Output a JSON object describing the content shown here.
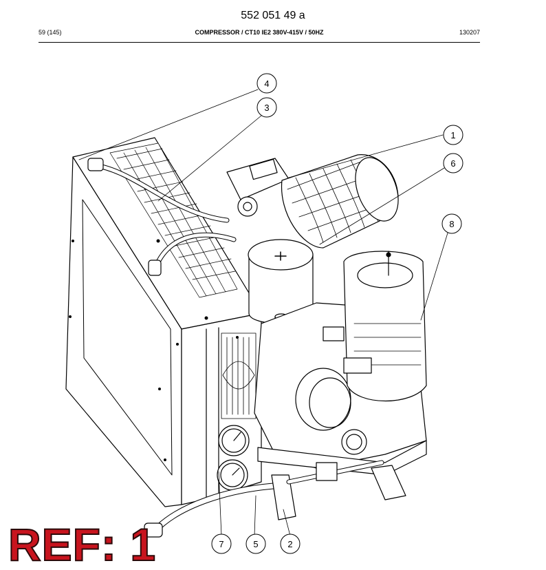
{
  "header": {
    "doc_number": "552 051 49 a",
    "page_info": "59 (145)",
    "title": "COMPRESSOR / CT10 IE2 380V-415V / 50HZ",
    "code": "130207"
  },
  "callouts": [
    {
      "id": "c4",
      "label": "4"
    },
    {
      "id": "c3",
      "label": "3"
    },
    {
      "id": "c1",
      "label": "1"
    },
    {
      "id": "c6",
      "label": "6"
    },
    {
      "id": "c8",
      "label": "8"
    },
    {
      "id": "c7",
      "label": "7"
    },
    {
      "id": "c5",
      "label": "5"
    },
    {
      "id": "c2",
      "label": "2"
    }
  ],
  "ref_label": "REF: 1"
}
